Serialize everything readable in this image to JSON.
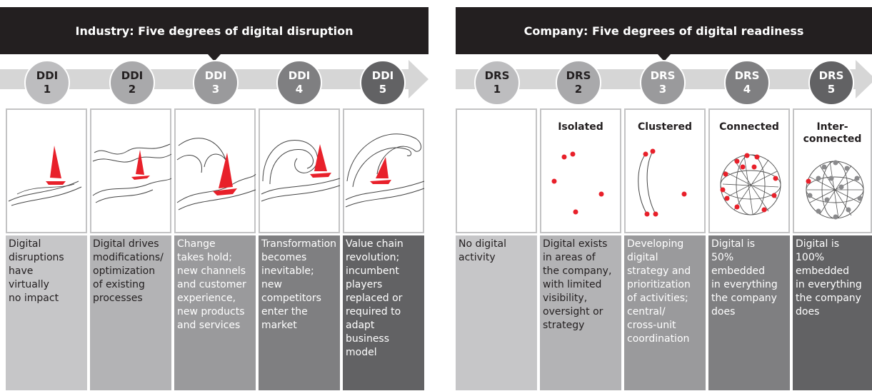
{
  "industry": {
    "title": "Industry: Five degrees of digital disruption",
    "stages": [
      {
        "code": "DDI",
        "num": "1",
        "desc": "Digital\ndisruptions\nhave\nvirtually\nno impact",
        "bg": "#c6c6c8",
        "circle": "#bdbdbf"
      },
      {
        "code": "DDI",
        "num": "2",
        "desc": "Digital drives\nmodifications/\noptimization\nof existing\nprocesses",
        "bg": "#b3b3b5",
        "circle": "#a9a9ab"
      },
      {
        "code": "DDI",
        "num": "3",
        "desc": "Change\ntakes hold;\nnew channels\nand customer\nexperience,\nnew products\nand services",
        "bg": "#9a9a9c",
        "circle": "#9a9a9c"
      },
      {
        "code": "DDI",
        "num": "4",
        "desc": "Transformation\nbecomes\ninevitable;\nnew\ncompetitors\nenter the\nmarket",
        "bg": "#7f7f81",
        "circle": "#7f7f81"
      },
      {
        "code": "DDI",
        "num": "5",
        "desc": "Value chain\nrevolution;\nincumbent\nplayers\nreplaced or\nrequired to\nadapt\nbusiness\nmodel",
        "bg": "#626264",
        "circle": "#626264"
      }
    ]
  },
  "company": {
    "title": "Company: Five degrees of digital readiness",
    "stages": [
      {
        "code": "DRS",
        "num": "1",
        "label": "",
        "desc": "No digital\nactivity",
        "bg": "#c6c6c8",
        "circle": "#bdbdbf"
      },
      {
        "code": "DRS",
        "num": "2",
        "label": "Isolated",
        "desc": "Digital exists\nin areas of\nthe company,\nwith limited\nvisibility,\noversight or\nstrategy",
        "bg": "#b3b3b5",
        "circle": "#a9a9ab"
      },
      {
        "code": "DRS",
        "num": "3",
        "label": "Clustered",
        "desc": "Developing\ndigital\nstrategy and\nprioritization\nof activities;\ncentral/\ncross-unit\ncoordination",
        "bg": "#9a9a9c",
        "circle": "#9a9a9c"
      },
      {
        "code": "DRS",
        "num": "4",
        "label": "Connected",
        "desc": "Digital is\n50%\nembedded\nin everything\nthe company\ndoes",
        "bg": "#7f7f81",
        "circle": "#7f7f81"
      },
      {
        "code": "DRS",
        "num": "5",
        "label": "Inter-\nconnected",
        "desc": "Digital is\n100%\nembedded\nin everything\nthe company\ndoes",
        "bg": "#626264",
        "circle": "#626264"
      }
    ]
  },
  "colors": {
    "banner": "#231f20",
    "accent": "#e8202a",
    "node_gray": "#8a8a8c",
    "band": "#d6d6d6"
  },
  "icons": [
    "sailboat-calm-icon",
    "sailboat-waves-icon",
    "sailboat-rough-sea-icon",
    "sailboat-storm-icon",
    "sailboat-giant-wave-icon",
    "isolated-dots-icon",
    "clustered-dots-icon",
    "connected-network-icon",
    "interconnected-network-icon"
  ]
}
